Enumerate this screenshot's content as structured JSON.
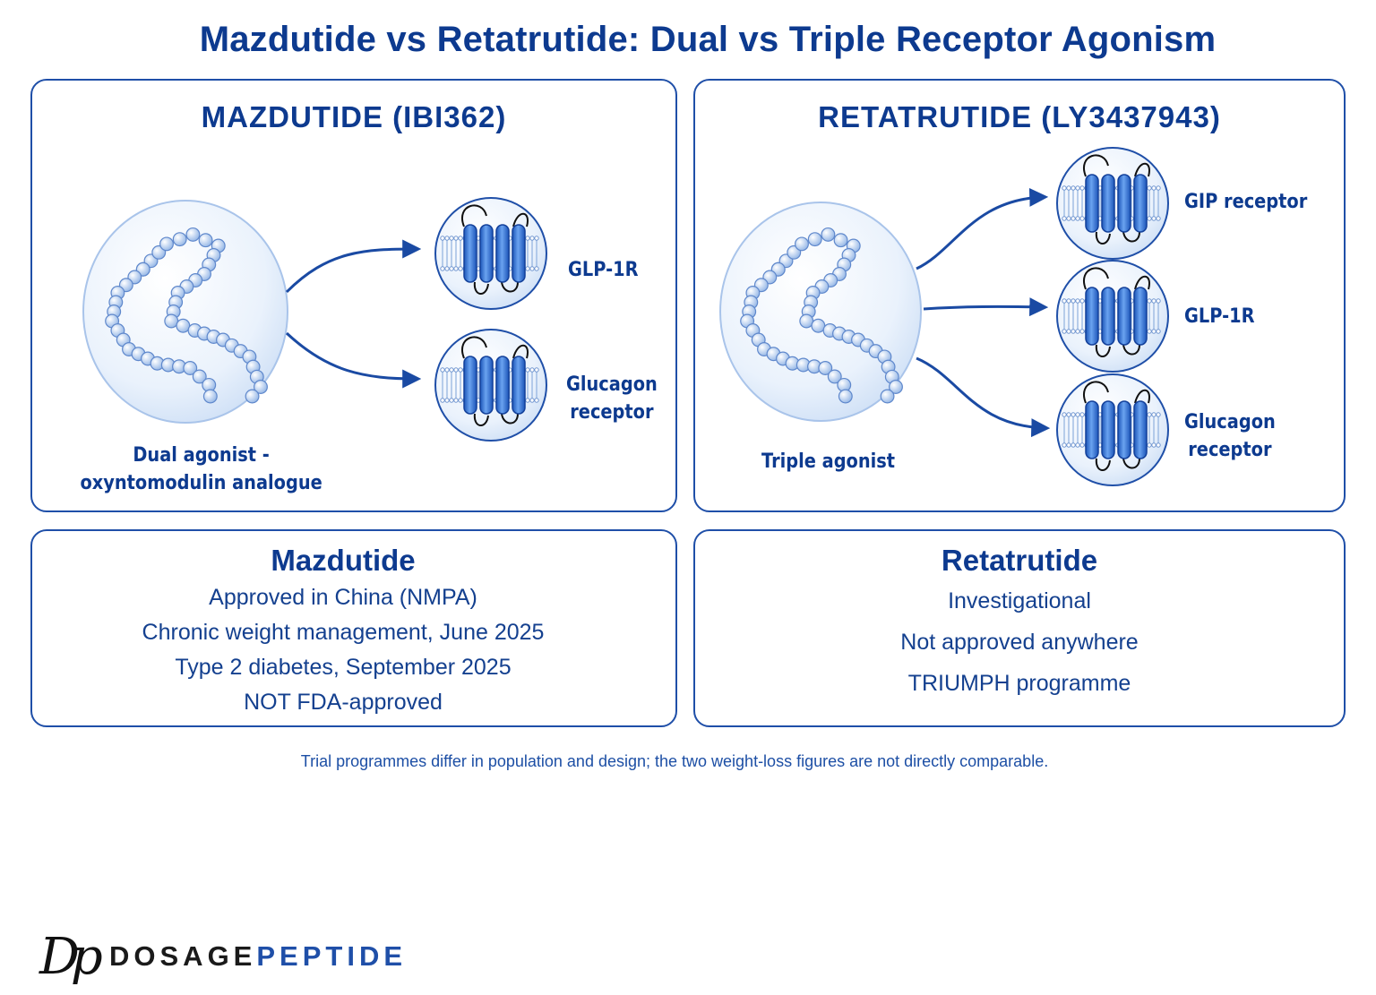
{
  "title": "Mazdutide vs Retatrutide: Dual vs Triple Receptor Agonism",
  "mazdutide_panel": {
    "heading": "MAZDUTIDE (IBI362)",
    "agonist_label_line1": "Dual agonist -",
    "agonist_label_line2": "oxyntomodulin analogue",
    "receptors": [
      "GLP-1R",
      "Glucagon receptor"
    ],
    "receptor_lines": [
      [
        "GLP-1R"
      ],
      [
        "Glucagon",
        "receptor"
      ]
    ]
  },
  "retatrutide_panel": {
    "heading": "RETATRUTIDE (LY3437943)",
    "agonist_label": "Triple agonist",
    "receptor_lines": [
      [
        "GIP receptor"
      ],
      [
        "GLP-1R"
      ],
      [
        "Glucagon",
        "receptor"
      ]
    ]
  },
  "mazdutide_info": {
    "title": "Mazdutide",
    "lines": [
      "Approved in China (NMPA)",
      "Chronic weight management, June 2025",
      "Type 2 diabetes, September 2025",
      "NOT FDA-approved"
    ]
  },
  "retatrutide_info": {
    "title": "Retatrutide",
    "lines": [
      "Investigational",
      "Not approved anywhere",
      "TRIUMPH programme"
    ]
  },
  "footnote": "Trial programmes differ in population and design; the two weight-loss figures are not directly comparable.",
  "brand": {
    "mark": "Dp",
    "name_part1": "DOSAGE",
    "name_part2": "PEPTIDE"
  },
  "colors": {
    "primary": "#0d3a8f",
    "accent": "#1f4fa8",
    "receptor": "#2a6fd6",
    "sphere": "#e9f1fb"
  }
}
